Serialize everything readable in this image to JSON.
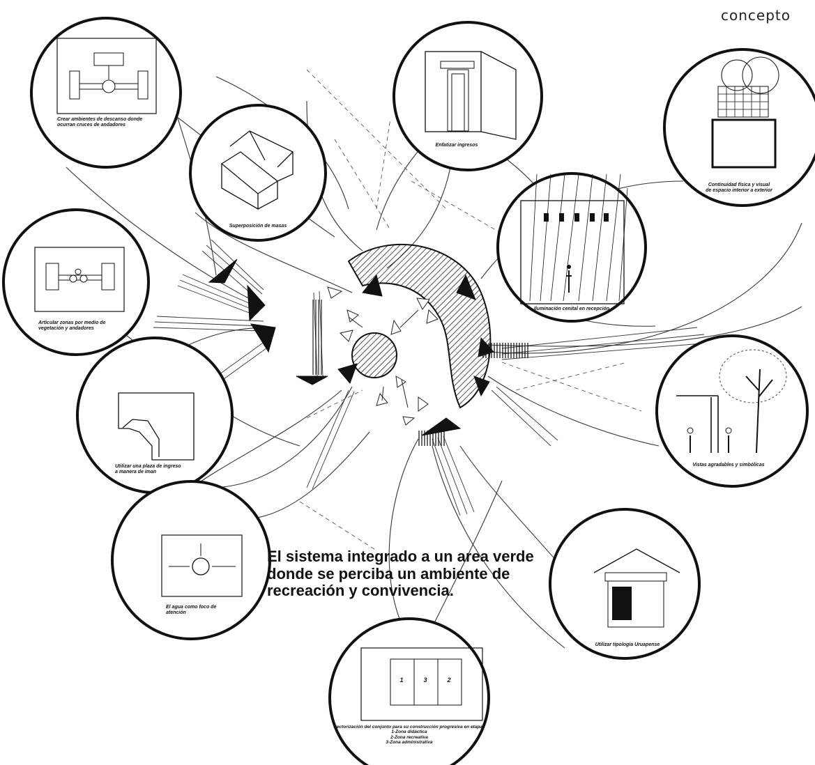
{
  "page_title": "concepto",
  "statement": {
    "line1": "El sistema integrado a un area verde",
    "line2": "donde se perciba un ambiente de",
    "line3": "recreación y convivencia."
  },
  "concepts": {
    "descanso": {
      "line1": "Crear ambientes de descanso donde",
      "line2": "ocurran cruces de andadores"
    },
    "masas": {
      "line1": "Superposición de masas"
    },
    "ingresos": {
      "line1": "Enfatizar ingresos"
    },
    "continuidad": {
      "line1": "Continuidad física y visual",
      "line2": "de espacio interior a exterior"
    },
    "articular": {
      "line1": "Articular zonas por medio de",
      "line2": "vegetación y andadores"
    },
    "iluminacion": {
      "line1": "Iluminación cenital en recepción"
    },
    "plaza": {
      "line1": "Utilizar una plaza de ingreso",
      "line2": "a manera de iman"
    },
    "vistas": {
      "line1": "Vistas agradables y simbólicas"
    },
    "agua": {
      "line1": "El agua como foco de",
      "line2": "atención"
    },
    "tipologia": {
      "line1": "Utilizar tipología Uruapense"
    },
    "sectorizacion": {
      "line1": "Sectorización del conjunto para su construcción progresiva en etapas",
      "zone1": "1-Zona didáctica",
      "zone2": "2-Zona recreativa",
      "zone3": "3-Zona administrativa",
      "labels": [
        "1",
        "3",
        "2"
      ]
    }
  }
}
